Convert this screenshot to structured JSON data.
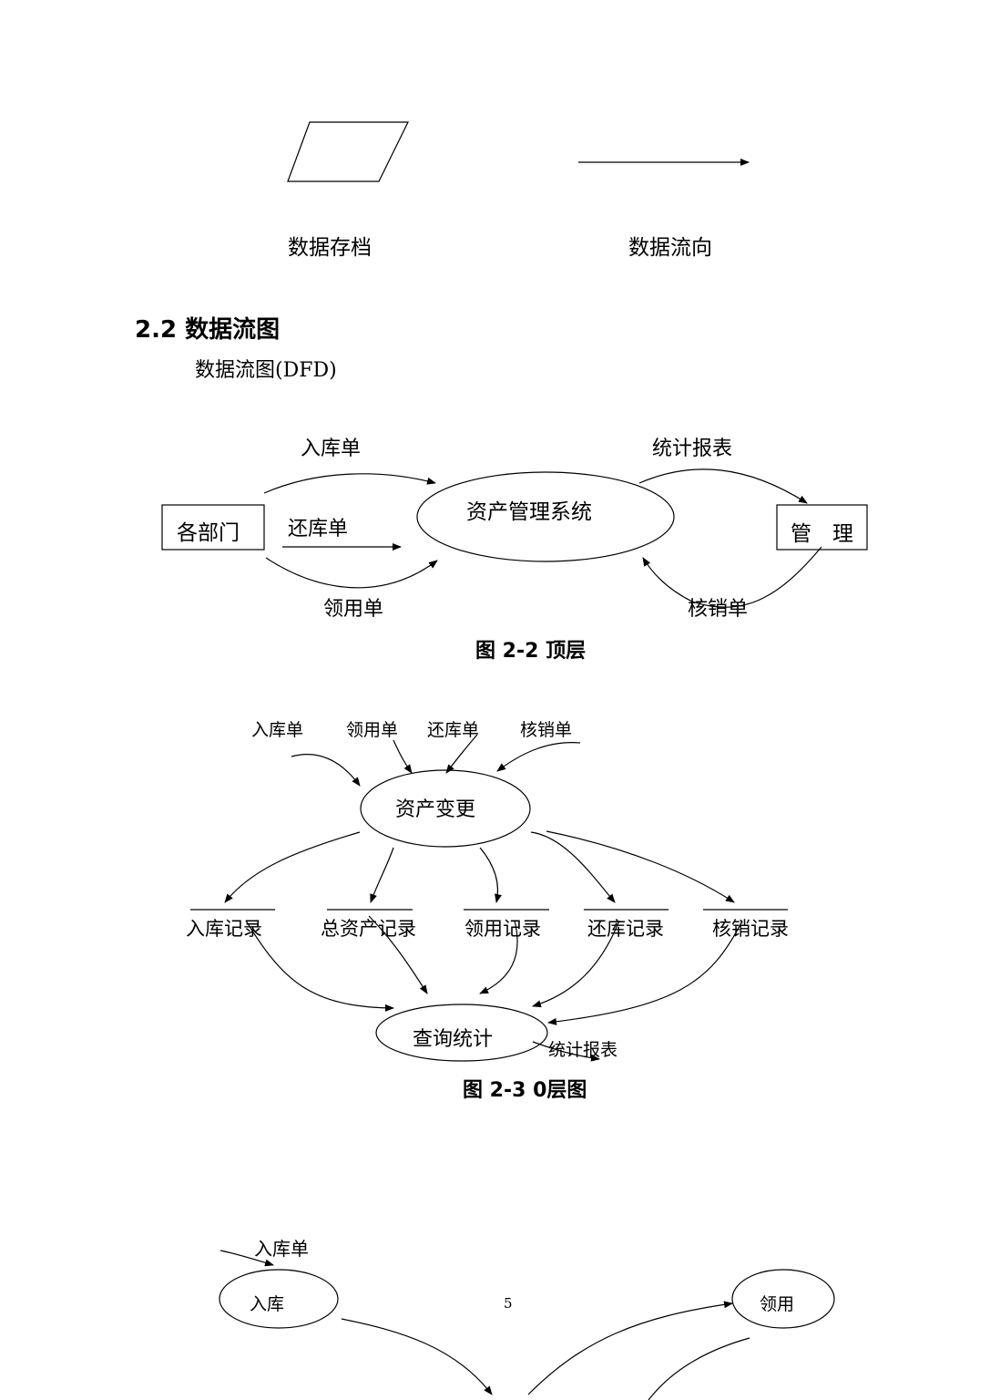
{
  "legend": {
    "data_store_label": "数据存档",
    "data_flow_label": "数据流向"
  },
  "section": {
    "heading": "2.2 数据流图",
    "intro": "数据流图(DFD)"
  },
  "top_level": {
    "entity_left": "各部门",
    "entity_right": "管　理",
    "process": "资产管理系统",
    "flow_in_top": "入库单",
    "flow_in_mid": "还库单",
    "flow_in_bottom": "领用单",
    "flow_out": "统计报表",
    "flow_back": "核销单",
    "caption": "图 2-2 顶层"
  },
  "level0": {
    "inputs": [
      "入库单",
      "领用单",
      "还库单",
      "核销单"
    ],
    "process_change": "资产变更",
    "stores": [
      "入库记录",
      "总资产记录",
      "领用记录",
      "还库记录",
      "核销记录"
    ],
    "process_query": "查询统计",
    "output": "统计报表",
    "caption": "图 2-3 0层图"
  },
  "level1_partial": {
    "input": "入库单",
    "process_left": "入库",
    "process_right": "领用"
  },
  "page_number": "5"
}
